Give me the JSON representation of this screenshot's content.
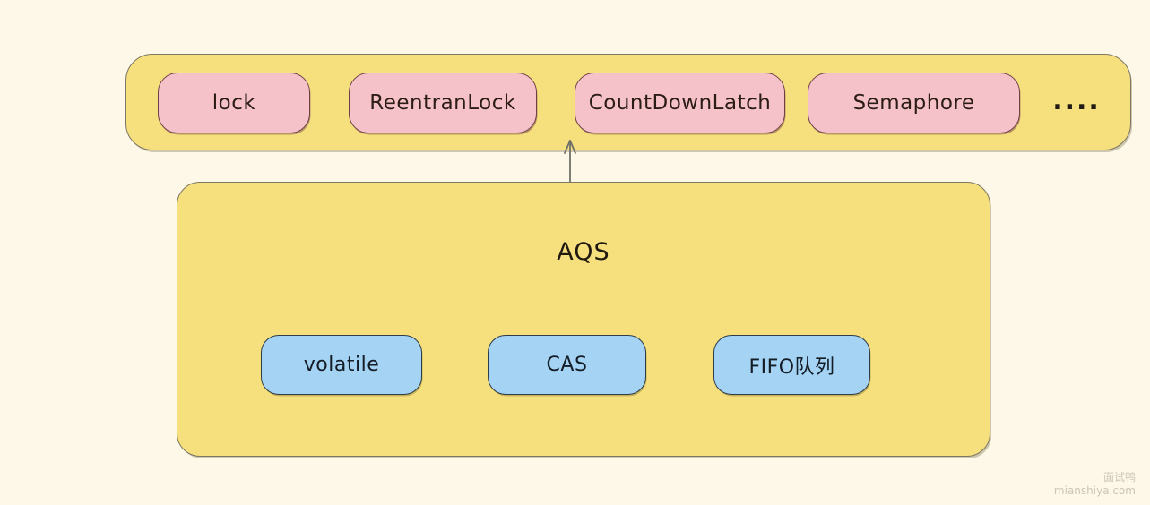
{
  "diagram": {
    "top_group": {
      "items": [
        {
          "label": "lock"
        },
        {
          "label": "ReentranLock"
        },
        {
          "label": "CountDownLatch"
        },
        {
          "label": "Semaphore"
        }
      ],
      "more_label": "...."
    },
    "aqs_group": {
      "title": "AQS",
      "children": [
        {
          "label": "volatile"
        },
        {
          "label": "CAS"
        },
        {
          "label": "FIFO队列"
        }
      ]
    },
    "relations": [
      {
        "from": "AQS",
        "to": "top_group",
        "type": "arrow-up"
      }
    ],
    "colors": {
      "background": "#fdf8e8",
      "group_fill": "#f6df7d",
      "group_border": "#7c7663",
      "pink_fill": "#f6c2ca",
      "pink_border": "#6e4046",
      "blue_fill": "#a4d3f4",
      "blue_border": "#2e3c49",
      "text": "#2b1d14",
      "arrow": "#70706a",
      "watermark": "#ccc6b4"
    }
  },
  "watermark": {
    "line1": "面试鸭",
    "line2": "mianshiya.com"
  }
}
